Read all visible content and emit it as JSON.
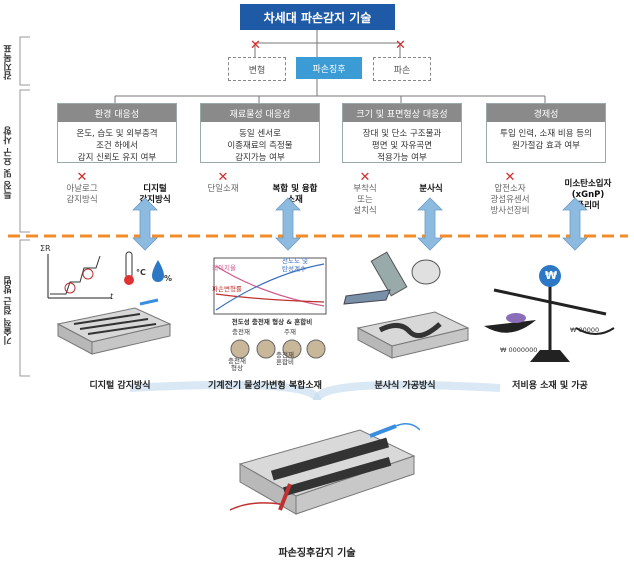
{
  "title": "차세대 파손감지 기술",
  "side_labels": {
    "goal": "감지목표",
    "requirements": "특징 및 요구 사항",
    "approach": "기술적 접근 방법"
  },
  "goals": {
    "left": "변형",
    "center": "파손징후",
    "right": "파손"
  },
  "requirements": [
    {
      "header": "환경 대응성",
      "body": [
        "온도, 습도 및 외부충격",
        "조건 하에서",
        "감지 신뢰도 유지 여부"
      ],
      "rejected": [
        "아날로그",
        "감지방식"
      ],
      "chosen": [
        "디지털",
        "감지방식"
      ]
    },
    {
      "header": "재료물성 대응성",
      "body": [
        "동일 센서로",
        "이종재료의 측정물",
        "감지가능 여부"
      ],
      "rejected": [
        "단일소재"
      ],
      "chosen": [
        "복합 및 융합",
        "소재"
      ]
    },
    {
      "header": "크기 및 표면형상 대응성",
      "body": [
        "장대 및 단소 구조물과",
        "평면 및 자유곡면",
        "적용가능 여부"
      ],
      "rejected": [
        "부착식",
        "또는",
        "설치식"
      ],
      "chosen": [
        "분사식"
      ]
    },
    {
      "header": "경제성",
      "body": [
        "투입 인력, 소재 비용 등의",
        "원가절감 효과 여부"
      ],
      "rejected": [
        "압전소자",
        "광섬유센서",
        "방사선장비"
      ],
      "chosen": [
        "미소탄소입자",
        "(xGnP)",
        "폴리머"
      ]
    }
  ],
  "approach": {
    "panel1": {
      "axis_y": "ΣR",
      "axis_x": "t",
      "temp_unit": "°C",
      "humid_unit": "%"
    },
    "panel2": {
      "legend_a": "케이지율",
      "legend_b": "파손변형률",
      "legend_c": [
        "전도도 및",
        "탄성계수"
      ],
      "subtitle": "전도성 충전재 형상 & 혼합비",
      "filler_left": "충전재",
      "filler_right": "주재",
      "bottom_left": [
        "충전재",
        "형상"
      ],
      "bottom_right": [
        "충전재",
        "혼합비"
      ]
    },
    "panel4": {
      "currency": "₩",
      "price_left": "₩ 0000000",
      "price_right": "₩ 00000"
    }
  },
  "captions": [
    "디지털 감지방식",
    "기계전기 물성가변형 복합소재",
    "분사식 가공방식",
    "저비용 소재 및 가공"
  ],
  "bottom_caption": "파손징후감지 기술",
  "colors": {
    "title_bg": "#1f5aa6",
    "center_goal": "#3a9bd5",
    "divider": "#f28c28",
    "arrow": "#7fb0d8"
  }
}
